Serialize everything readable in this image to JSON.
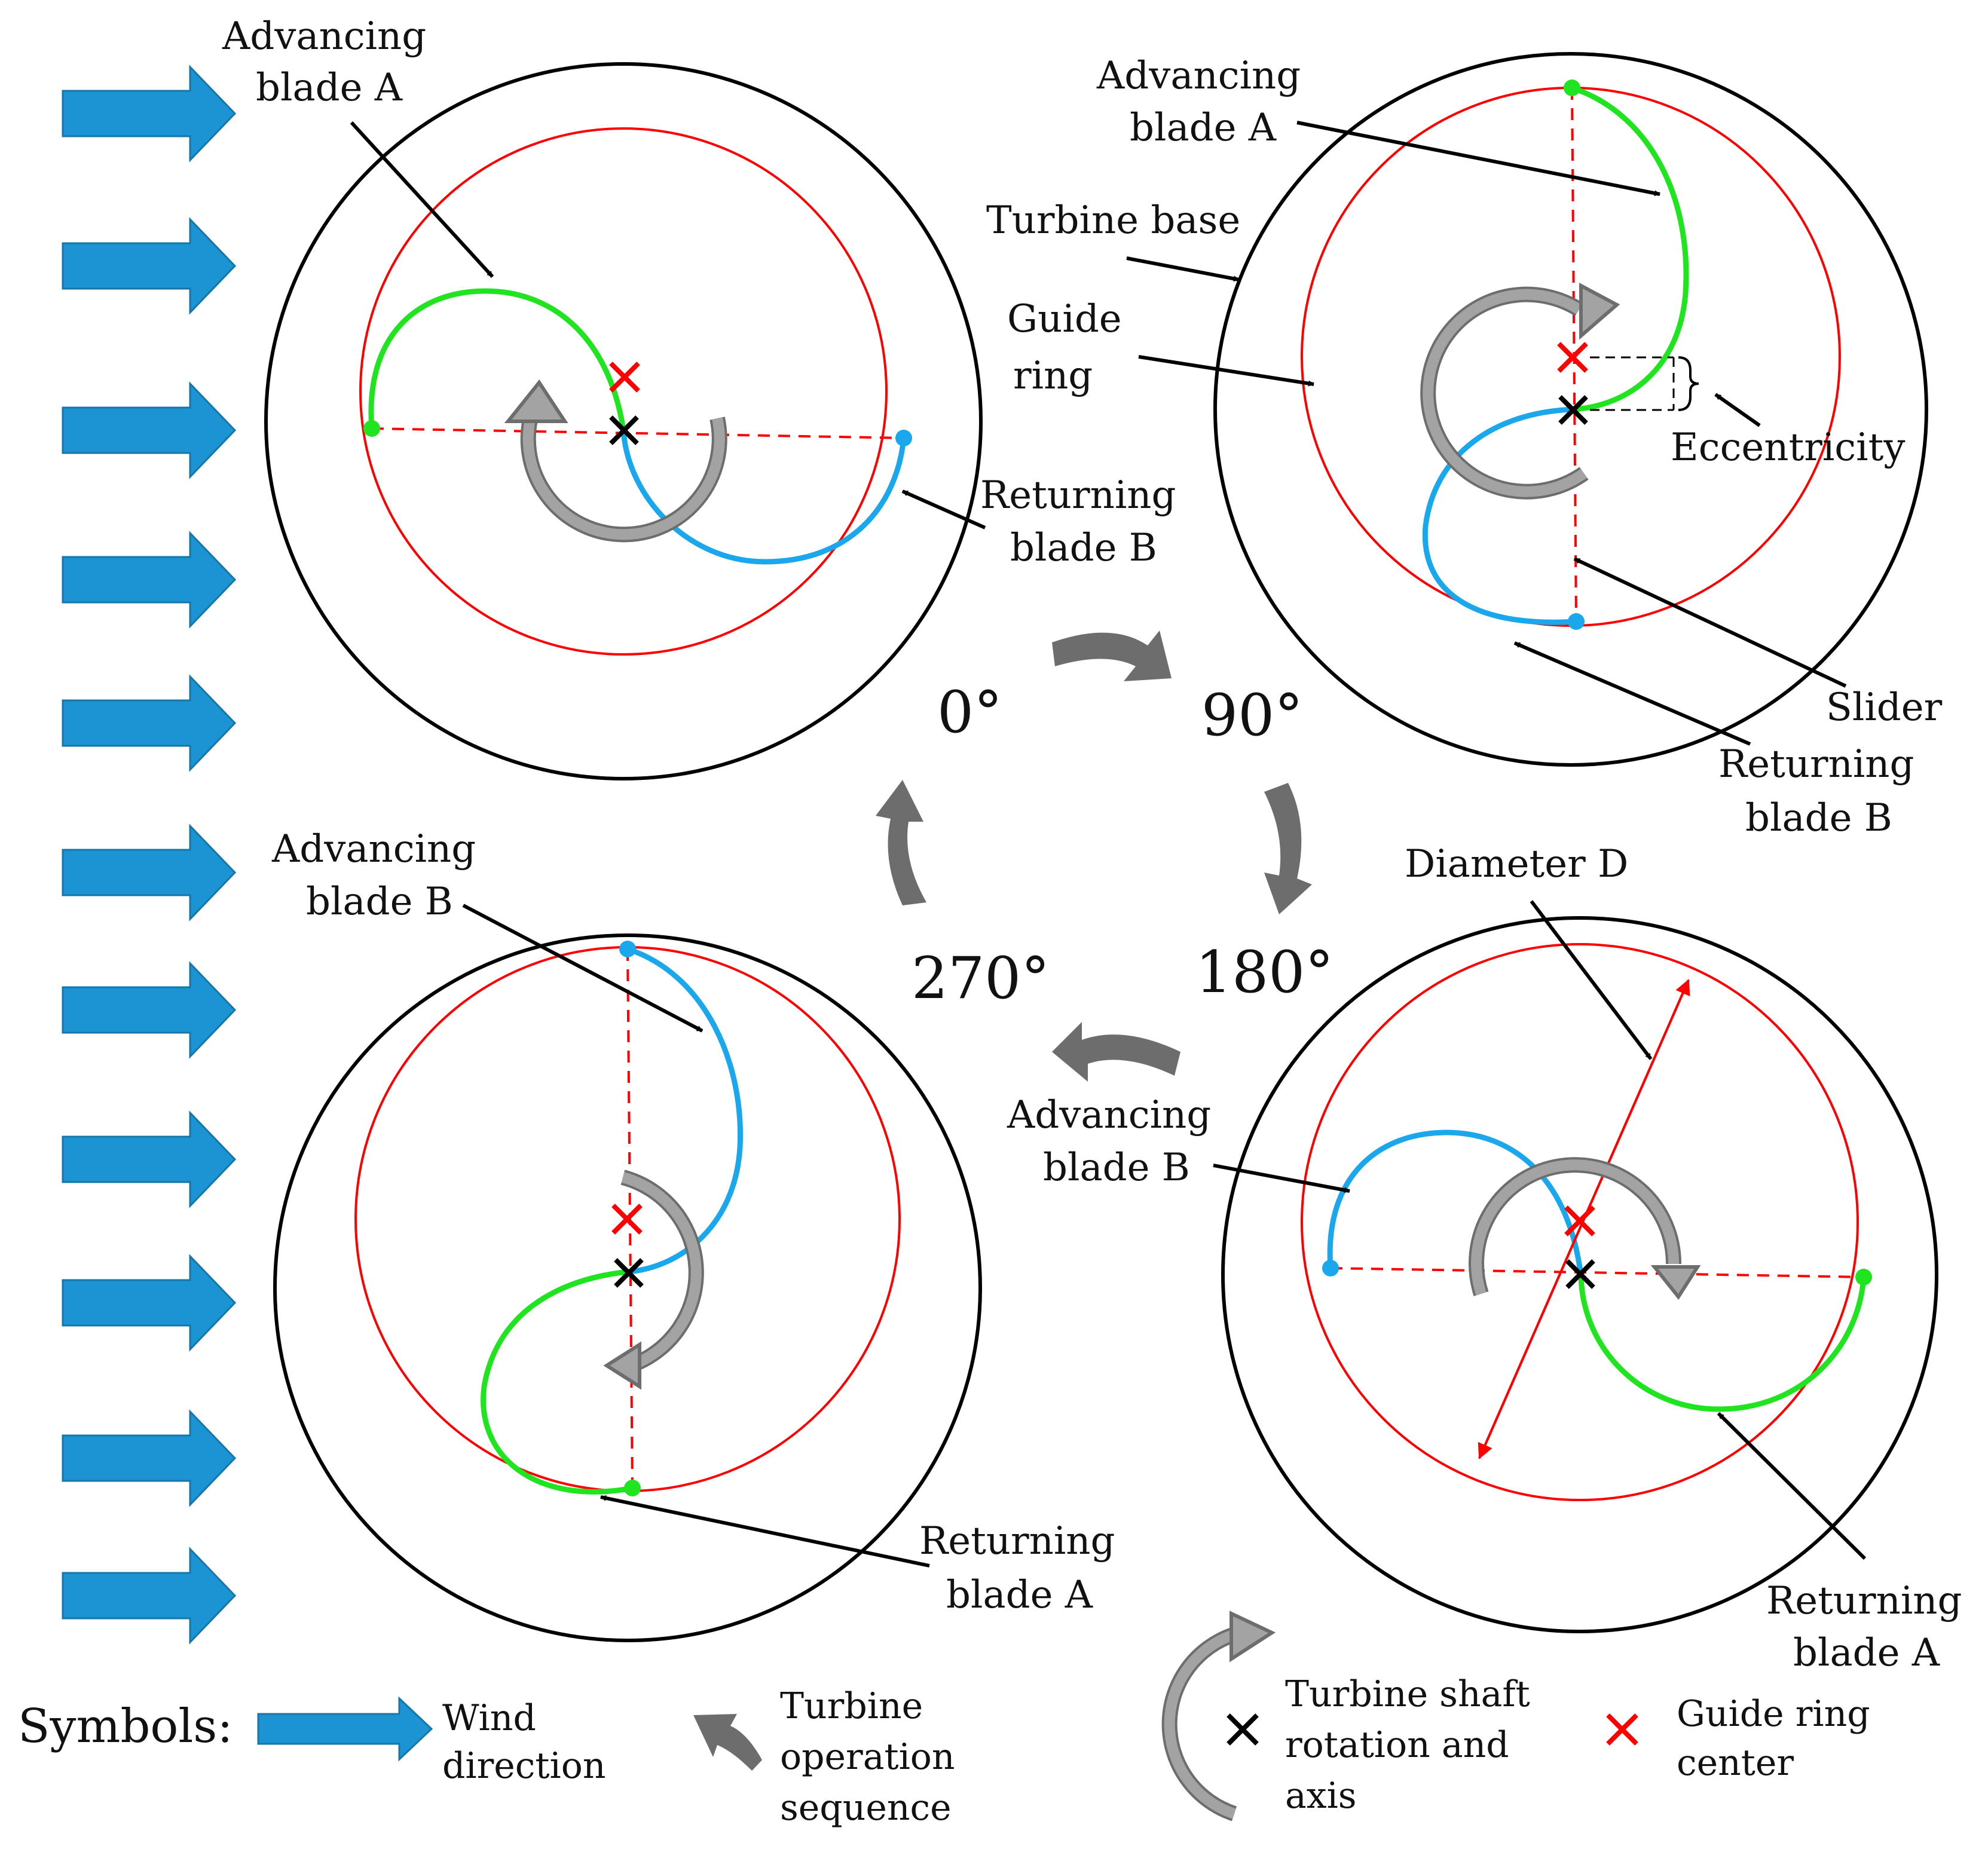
{
  "colors": {
    "wind": "#1c93d2",
    "guide_ring": "#ff0000",
    "base": "#000000",
    "blade_green": "#21e421",
    "blade_blue": "#1aa7ec",
    "sequence_arrow": "#6d6d6d",
    "rotation_arrow": "#9b9b9b"
  },
  "angles": {
    "a0": "0°",
    "a90": "90°",
    "a180": "180°",
    "a270": "270°"
  },
  "labels": {
    "p0_adv_1": "Advancing",
    "p0_adv_2": "blade A",
    "p0_ret_1": "Returning",
    "p0_ret_2": "blade B",
    "p90_adv_1": "Advancing",
    "p90_adv_2": "blade A",
    "turbine_base": "Turbine base",
    "guide_1": "Guide",
    "guide_2": "ring",
    "eccentricity": "Eccentricity",
    "slider": "Slider",
    "p90_ret_1": "Returning",
    "p90_ret_2": "blade B",
    "diameter": "Diameter D",
    "p180_adv_1": "Advancing",
    "p180_adv_2": "blade B",
    "p180_ret_1": "Returning",
    "p180_ret_2": "blade A",
    "p270_adv_1": "Advancing",
    "p270_adv_2": "blade B",
    "p270_ret_1": "Returning",
    "p270_ret_2": "blade A"
  },
  "legend": {
    "heading": "Symbols:",
    "wind_1": "Wind",
    "wind_2": "direction",
    "seq_1": "Turbine",
    "seq_2": "operation",
    "seq_3": "sequence",
    "shaft_1": "Turbine shaft",
    "shaft_2": "rotation and",
    "shaft_3": "axis",
    "ring_1": "Guide ring",
    "ring_2": "center"
  }
}
